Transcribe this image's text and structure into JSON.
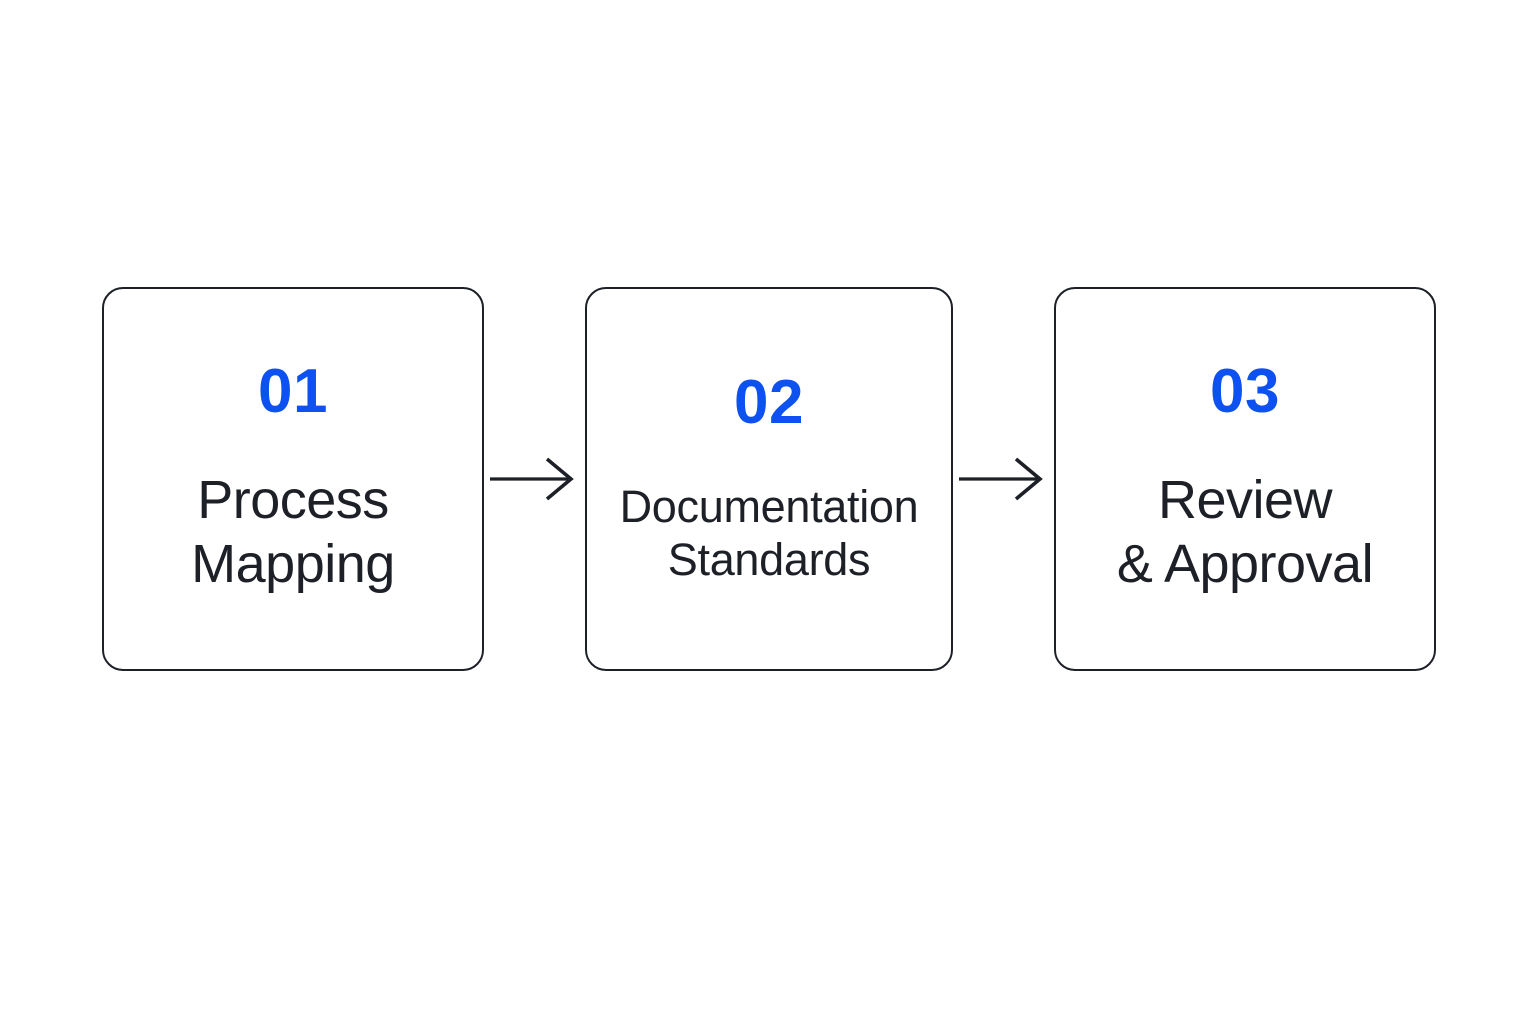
{
  "diagram": {
    "type": "horizontal-process-flow",
    "background_color": "#ffffff",
    "accent_color": "#0d52f0",
    "text_color": "#1d2026",
    "border_color": "#1d2026",
    "steps": [
      {
        "number": "01",
        "label": "Process\nMapping",
        "label_line1": "Process",
        "label_line2": "Mapping"
      },
      {
        "number": "02",
        "label": "Documentation\nStandards",
        "label_line1": "Documentation",
        "label_line2": "Standards"
      },
      {
        "number": "03",
        "label": "Review\n& Approval",
        "label_line1": "Review",
        "label_line2": "& Approval"
      }
    ],
    "connectors": [
      {
        "from": "01",
        "to": "02",
        "style": "arrow-right"
      },
      {
        "from": "02",
        "to": "03",
        "style": "arrow-right"
      }
    ]
  }
}
